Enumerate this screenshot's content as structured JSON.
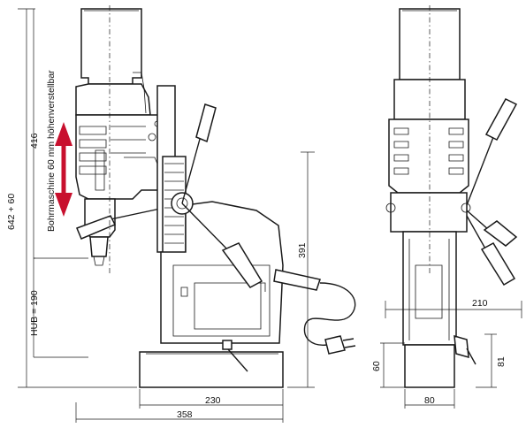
{
  "dimensions": {
    "total_height": "642 + 60",
    "column_height": "416",
    "stroke": "HUB = 190",
    "height_adjust": "Bohrmaschine 60 mm höhenverstellbar",
    "magnet_height": "391",
    "base_width": "230",
    "total_depth": "358",
    "side_width": "210",
    "foot_height": "60",
    "side_height": "81",
    "side_base_width": "80"
  },
  "colors": {
    "arrow": "#c8102e",
    "line": "#1a1a1a"
  }
}
